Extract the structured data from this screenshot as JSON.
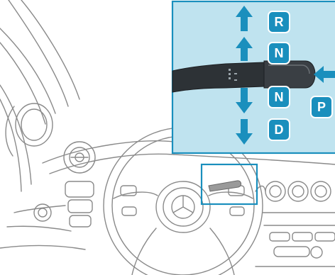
{
  "illustration": {
    "subject": "steering-column-gear-selector",
    "accent_color": "#1a8fbd",
    "panel_color": "#bfe3ef",
    "line_color": "#8a8a8a"
  },
  "gear_positions": {
    "reverse": "R",
    "neutral_up": "N",
    "neutral_down": "N",
    "drive": "D",
    "park": "P"
  }
}
